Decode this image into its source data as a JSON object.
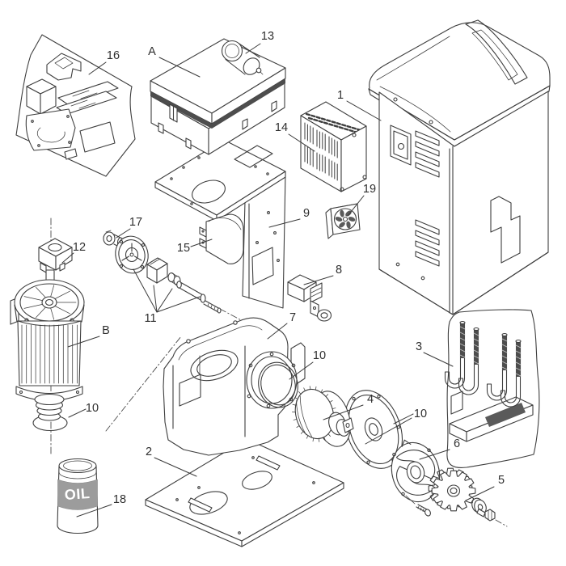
{
  "diagram": {
    "ink_color": "#3e3e3e",
    "oil_can": {
      "label": "OIL",
      "band_color": "#9c9c9c",
      "text_color": "#ffffff"
    },
    "callouts": [
      {
        "label": "16"
      },
      {
        "label": "A"
      },
      {
        "label": "13"
      },
      {
        "label": "1"
      },
      {
        "label": "14"
      },
      {
        "label": "19"
      },
      {
        "label": "9"
      },
      {
        "label": "17"
      },
      {
        "label": "12"
      },
      {
        "label": "15"
      },
      {
        "label": "8"
      },
      {
        "label": "11"
      },
      {
        "label": "B"
      },
      {
        "label": "7"
      },
      {
        "label": "10"
      },
      {
        "label": "10"
      },
      {
        "label": "4"
      },
      {
        "label": "10"
      },
      {
        "label": "3"
      },
      {
        "label": "2"
      },
      {
        "label": "18"
      },
      {
        "label": "6"
      },
      {
        "label": "5"
      }
    ]
  }
}
